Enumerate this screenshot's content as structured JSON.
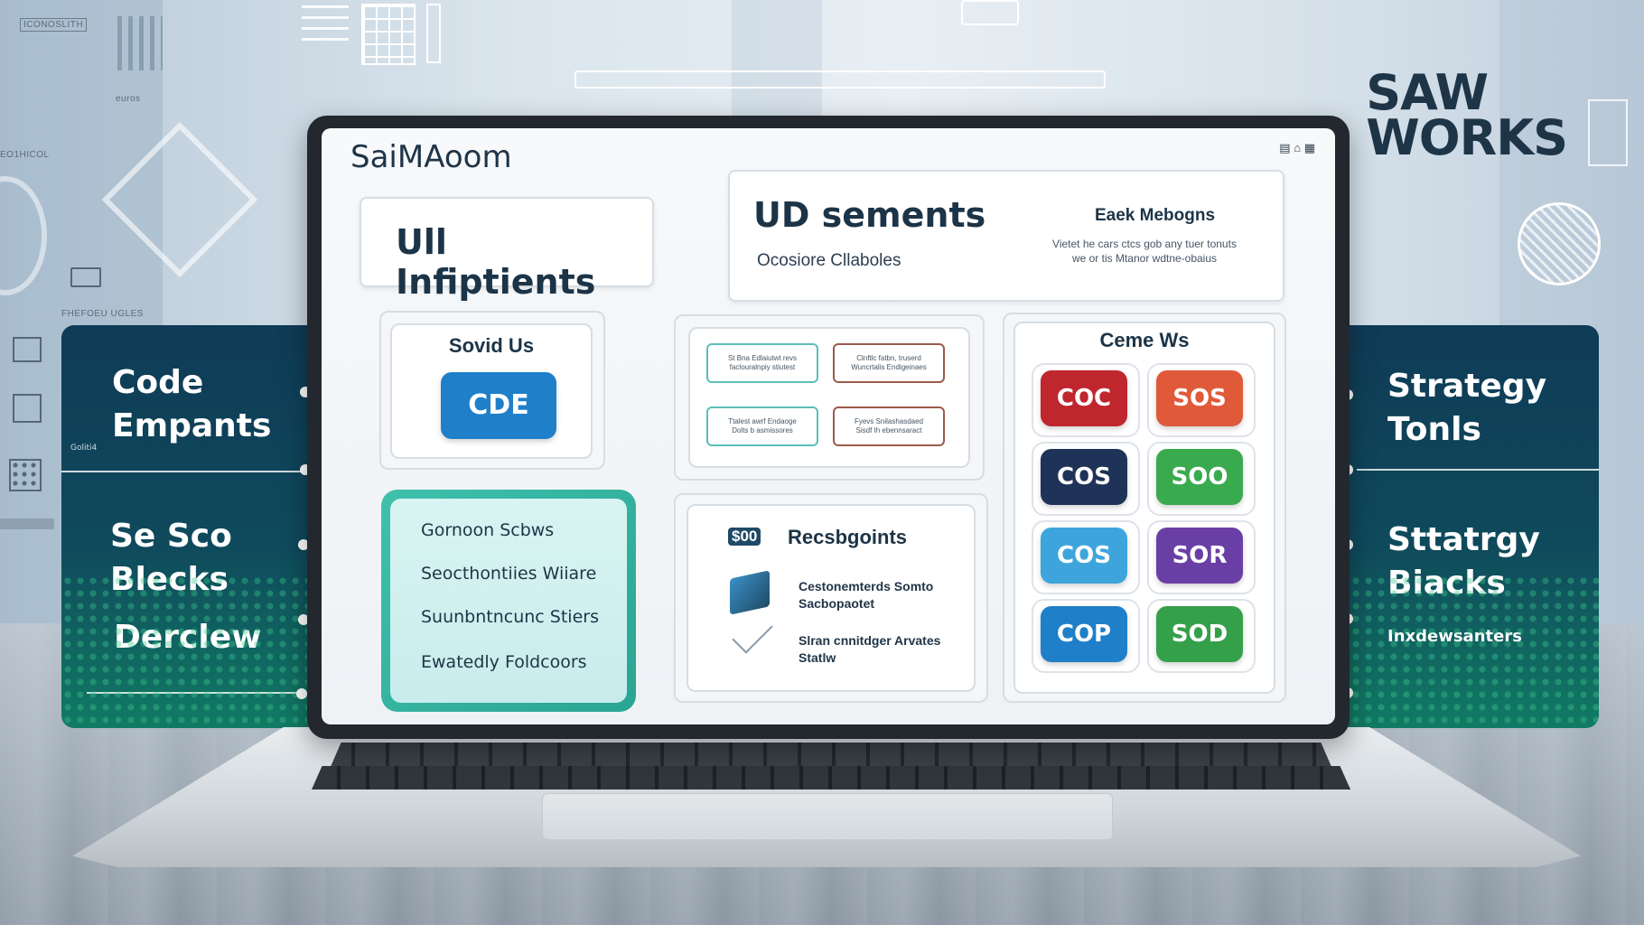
{
  "brand": {
    "line1": "SAW",
    "line2": "WORKS"
  },
  "background": {
    "top_left_tag": "ICONOSLITH",
    "left_caption_1": "EO1HICOL",
    "left_caption_2": "FHEFOEU UGLES",
    "left_caption_3": "Goliti4",
    "left_caption_4": "euros"
  },
  "left_banner": {
    "item1_line1": "Code",
    "item1_line2": "Empants",
    "item2_line1": "Se Sco",
    "item2_line2": "Blecks",
    "item3": "Derclew"
  },
  "right_banner": {
    "item1_line1": "Strategy",
    "item1_line2": "Tonls",
    "item2_line1": "Sttatrgy",
    "item2_line2": "Biacks",
    "item3": "Inxdewsanters"
  },
  "screen": {
    "logo": "SaiMAoom",
    "card_title": "Ull Infiptients",
    "segments": {
      "title": "UD  sements",
      "subtitle": "Ocosiore Cllaboles",
      "side_title": "Eaek Mebogns",
      "side_text_line1": "Vietet he cars ctcs gob any tuer tonuts",
      "side_text_line2": "we or tis Mtanor wdtne-obaius"
    },
    "solid": {
      "title": "Sovid Us",
      "button": "CDE"
    },
    "mini_cards": [
      {
        "line1": "St Bna Edlaiutwt revs",
        "line2": "faclouralnpiy stiutest"
      },
      {
        "line1": "Clnftlc  fatbn, truserd",
        "line2": "Wuncrtalis Endigeinaes"
      },
      {
        "line1": "Ttalest awrf Endaoge",
        "line2": "Dolts b asmissores"
      },
      {
        "line1": "Fyevs Snilashasdaed",
        "line2": "Sisdf Ih ebennsaract"
      }
    ],
    "teal_list": [
      "Gornoon Scbws",
      "Seocthontiies Wiiare",
      "Suunbntncunc Stiers",
      "Ewatedly Foldcoors"
    ],
    "resources": {
      "badge": "$00",
      "title": "Recsbgoints",
      "item1_line1": "Cestonemterds Somto",
      "item1_line2": "Sacbopaotet",
      "item2_line1": "Slran cnnitdger Arvates",
      "item2_line2": "Statlw"
    },
    "codes": {
      "title": "Ceme Ws",
      "pills": [
        {
          "label": "COC",
          "color": "#c0262e"
        },
        {
          "label": "SOS",
          "color": "#e05a3a"
        },
        {
          "label": "COS",
          "color": "#1f3358"
        },
        {
          "label": "SOO",
          "color": "#3aaa4f"
        },
        {
          "label": "COS",
          "color": "#3ea5dc"
        },
        {
          "label": "SOR",
          "color": "#6a3fa5"
        },
        {
          "label": "COP",
          "color": "#1f7fc9"
        },
        {
          "label": "SOD",
          "color": "#35a04a"
        }
      ]
    }
  }
}
